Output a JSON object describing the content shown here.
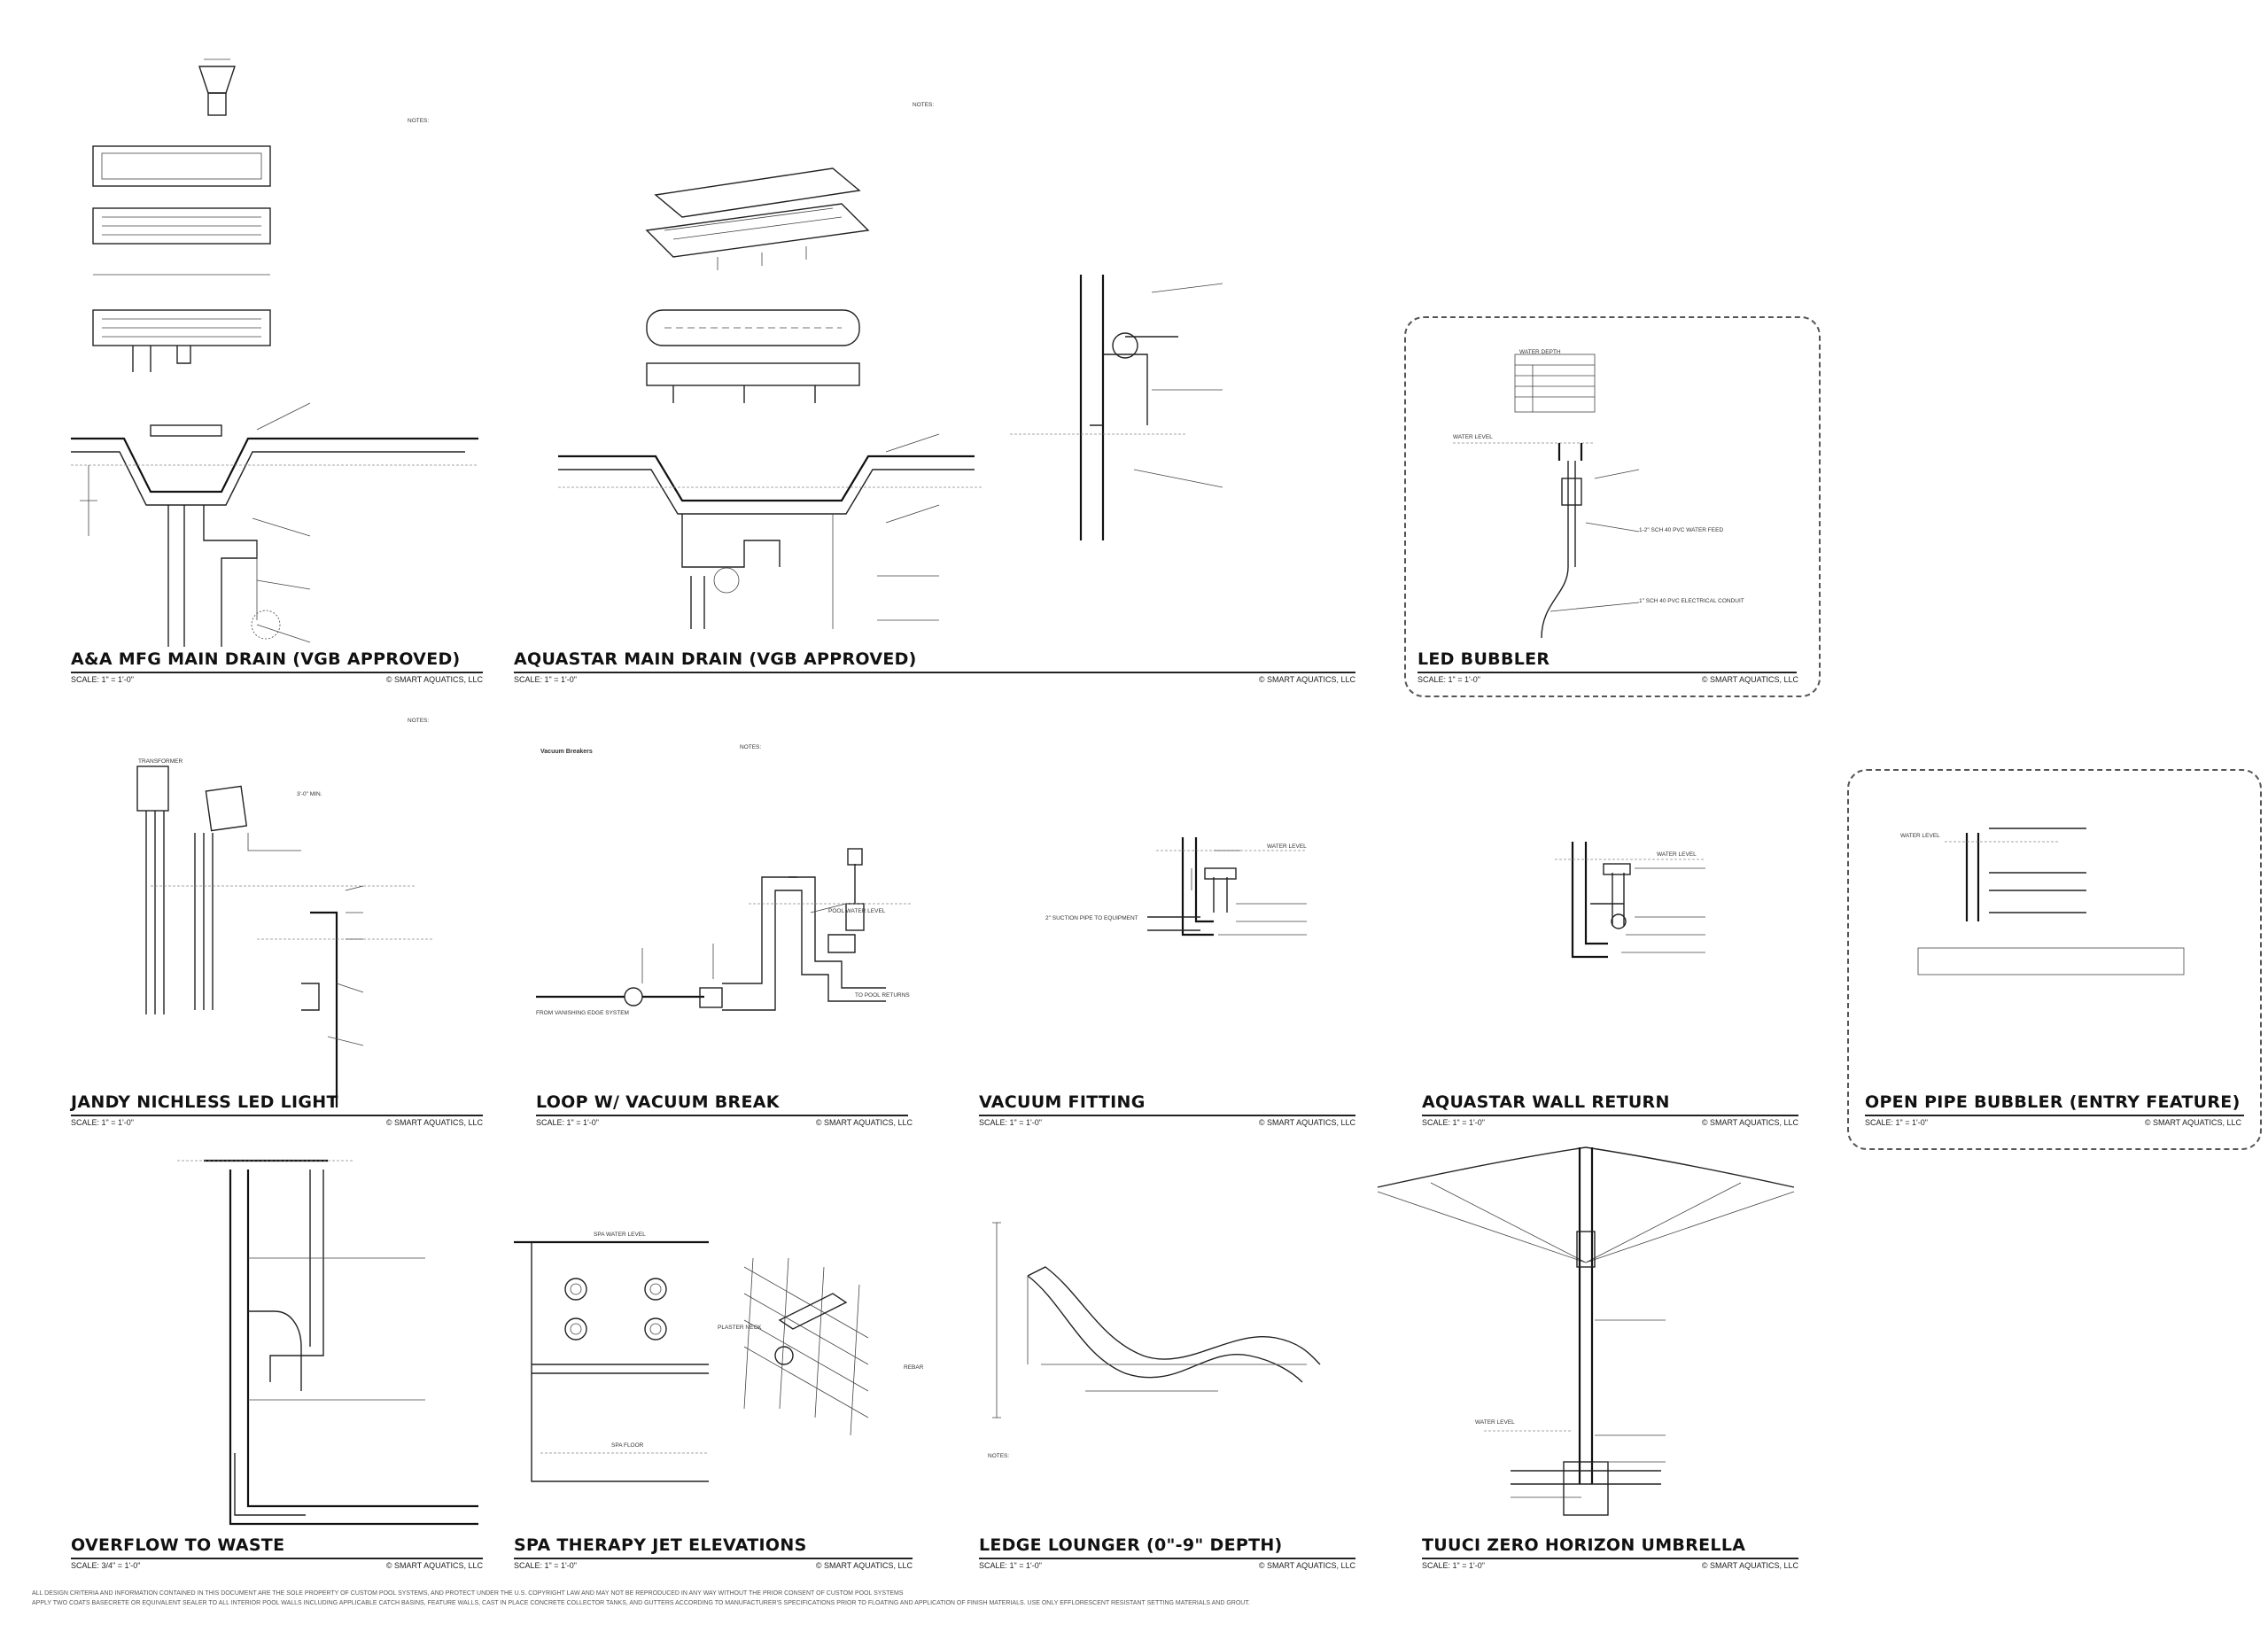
{
  "panels": [
    {
      "title": "A&A MFG MAIN DRAIN (VGB APPROVED)",
      "scale": "SCALE: 1\" = 1'-0\"",
      "copyright": "© SMART AQUATICS, LLC"
    },
    {
      "title": "AQUASTAR MAIN DRAIN (VGB APPROVED)",
      "scale": "SCALE: 1\" = 1'-0\"",
      "copyright": "© SMART AQUATICS, LLC"
    },
    {
      "title": "LED BUBBLER",
      "scale": "SCALE: 1\" = 1'-0\"",
      "copyright": "© SMART AQUATICS, LLC"
    },
    {
      "title": "JANDY NICHLESS LED LIGHT",
      "scale": "SCALE: 1\" = 1'-0\"",
      "copyright": "© SMART AQUATICS, LLC"
    },
    {
      "title": "LOOP W/ VACUUM BREAK",
      "scale": "SCALE: 1\" = 1'-0\"",
      "copyright": "© SMART AQUATICS, LLC"
    },
    {
      "title": "VACUUM FITTING",
      "scale": "SCALE: 1\" = 1'-0\"",
      "copyright": "© SMART AQUATICS, LLC"
    },
    {
      "title": "AQUASTAR WALL RETURN",
      "scale": "SCALE: 1\" = 1'-0\"",
      "copyright": "© SMART AQUATICS, LLC"
    },
    {
      "title": "OPEN PIPE BUBBLER (ENTRY FEATURE)",
      "scale": "SCALE: 1\" = 1'-0\"",
      "copyright": "© SMART AQUATICS, LLC"
    },
    {
      "title": "OVERFLOW TO WASTE",
      "scale": "SCALE: 3/4\" = 1'-0\"",
      "copyright": "© SMART AQUATICS, LLC"
    },
    {
      "title": "SPA THERAPY JET ELEVATIONS",
      "scale": "SCALE: 1\" = 1'-0\"",
      "copyright": "© SMART AQUATICS, LLC"
    },
    {
      "title": "LEDGE LOUNGER (0\"-9\" DEPTH)",
      "scale": "SCALE: 1\" = 1'-0\"",
      "copyright": "© SMART AQUATICS, LLC"
    },
    {
      "title": "TUUCI ZERO HORIZON UMBRELLA",
      "scale": "SCALE: 1\" = 1'-0\"",
      "copyright": "© SMART AQUATICS, LLC"
    }
  ],
  "labels": {
    "notes": "NOTES:",
    "vacuum_breakers": "Vacuum Breakers",
    "water_level": "WATER LEVEL",
    "pool_water_level": "POOL WATER LEVEL",
    "spa_water_level": "SPA WATER LEVEL",
    "spa_floor": "SPA FLOOR",
    "to_pool_returns": "TO POOL RETURNS",
    "from_vanishing_edge": "FROM VANISHING EDGE SYSTEM",
    "transformer": "TRANSFORMER",
    "min_3": "3'-0\" MIN.",
    "suction_to_equipment": "2\" SUCTION PIPE TO EQUIPMENT",
    "plaster_neck": "PLASTER NECK",
    "rebar": "REBAR",
    "water_depth": "WATER DEPTH",
    "electrical_conduit": "1\" SCH 40 PVC ELECTRICAL CONDUIT",
    "water_feed": "1-2\" SCH 40 PVC WATER FEED"
  },
  "footer": {
    "line1": "ALL DESIGN CRITERIA AND INFORMATION CONTAINED IN THIS DOCUMENT ARE THE SOLE PROPERTY OF CUSTOM POOL SYSTEMS, AND PROTECT UNDER THE U.S. COPYRIGHT LAW AND MAY NOT BE REPRODUCED IN ANY WAY WITHOUT THE PRIOR CONSENT OF CUSTOM POOL SYSTEMS",
    "line2": "APPLY TWO COATS BASECRETE OR EQUIVALENT SEALER TO ALL INTERIOR POOL WALLS INCLUDING APPLICABLE CATCH BASINS, FEATURE WALLS, CAST IN PLACE CONCRETE COLLECTOR TANKS, AND GUTTERS ACCORDING TO MANUFACTURER'S SPECIFICATIONS PRIOR TO FLOATING AND APPLICATION OF FINISH MATERIALS. USE ONLY EFFLORESCENT RESISTANT SETTING MATERIALS AND GROUT."
  }
}
